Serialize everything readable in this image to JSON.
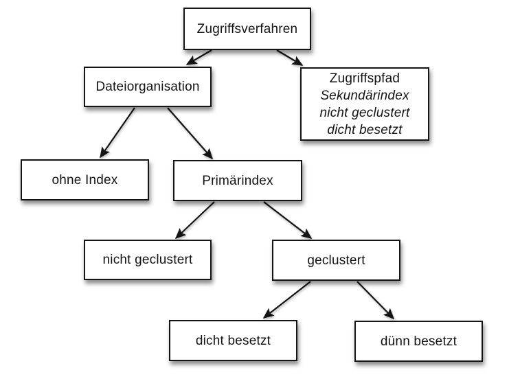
{
  "colors": {
    "background": "#ffffff",
    "box_fill": "#ffffff",
    "box_border": "#141414",
    "arrow": "#141414",
    "text": "#131313"
  },
  "nodes": {
    "zugriffsverfahren": {
      "label": "Zugriffsverfahren"
    },
    "dateiorganisation": {
      "label": "Dateiorganisation"
    },
    "zugriffspfad": {
      "line1": "Zugriffspfad",
      "line2": "Sekundärindex",
      "line3": "nicht geclustert",
      "line4": "dicht besetzt"
    },
    "ohne_index": {
      "label": "ohne Index"
    },
    "primaerindex": {
      "label": "Primärindex"
    },
    "nicht_geclustert": {
      "label": "nicht geclustert"
    },
    "geclustert": {
      "label": "geclustert"
    },
    "dicht_besetzt": {
      "label": "dicht besetzt"
    },
    "duenn_besetzt": {
      "label": "dünn besetzt"
    }
  },
  "edges": [
    {
      "from": "Zugriffsverfahren",
      "to": "Dateiorganisation"
    },
    {
      "from": "Zugriffsverfahren",
      "to": "Zugriffspfad / Sekundärindex / nicht geclustert / dicht besetzt"
    },
    {
      "from": "Dateiorganisation",
      "to": "ohne Index"
    },
    {
      "from": "Dateiorganisation",
      "to": "Primärindex"
    },
    {
      "from": "Primärindex",
      "to": "nicht geclustert"
    },
    {
      "from": "Primärindex",
      "to": "geclustert"
    },
    {
      "from": "geclustert",
      "to": "dicht besetzt"
    },
    {
      "from": "geclustert",
      "to": "dünn besetzt"
    }
  ]
}
